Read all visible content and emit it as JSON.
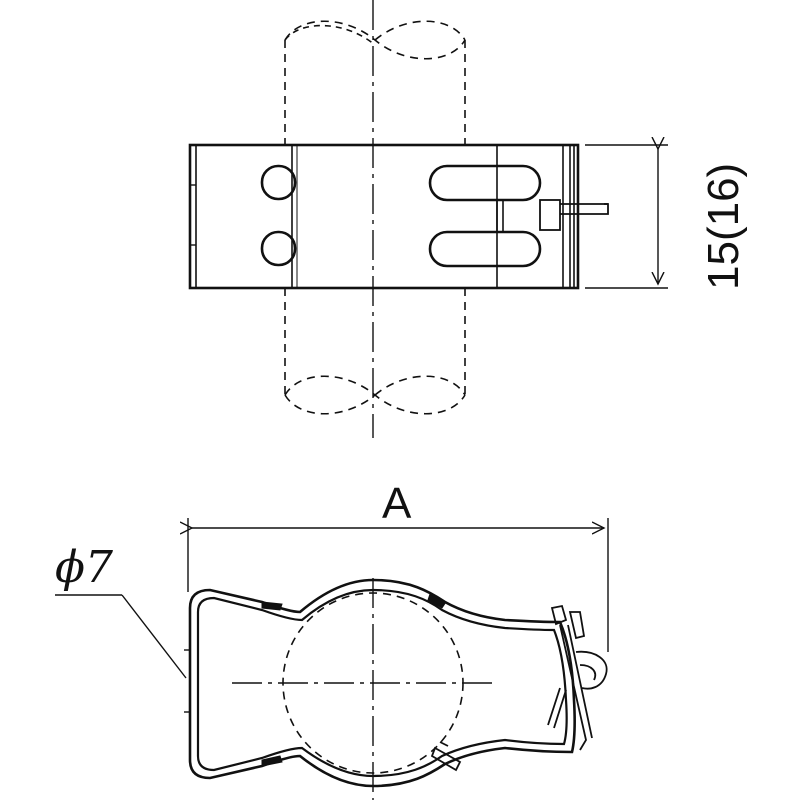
{
  "drawing": {
    "colors": {
      "line": "#111111",
      "background": "#ffffff"
    },
    "dimensions": {
      "width_label": "A",
      "height_label": "15(16)",
      "wire_diameter_label": "ϕ7"
    }
  }
}
